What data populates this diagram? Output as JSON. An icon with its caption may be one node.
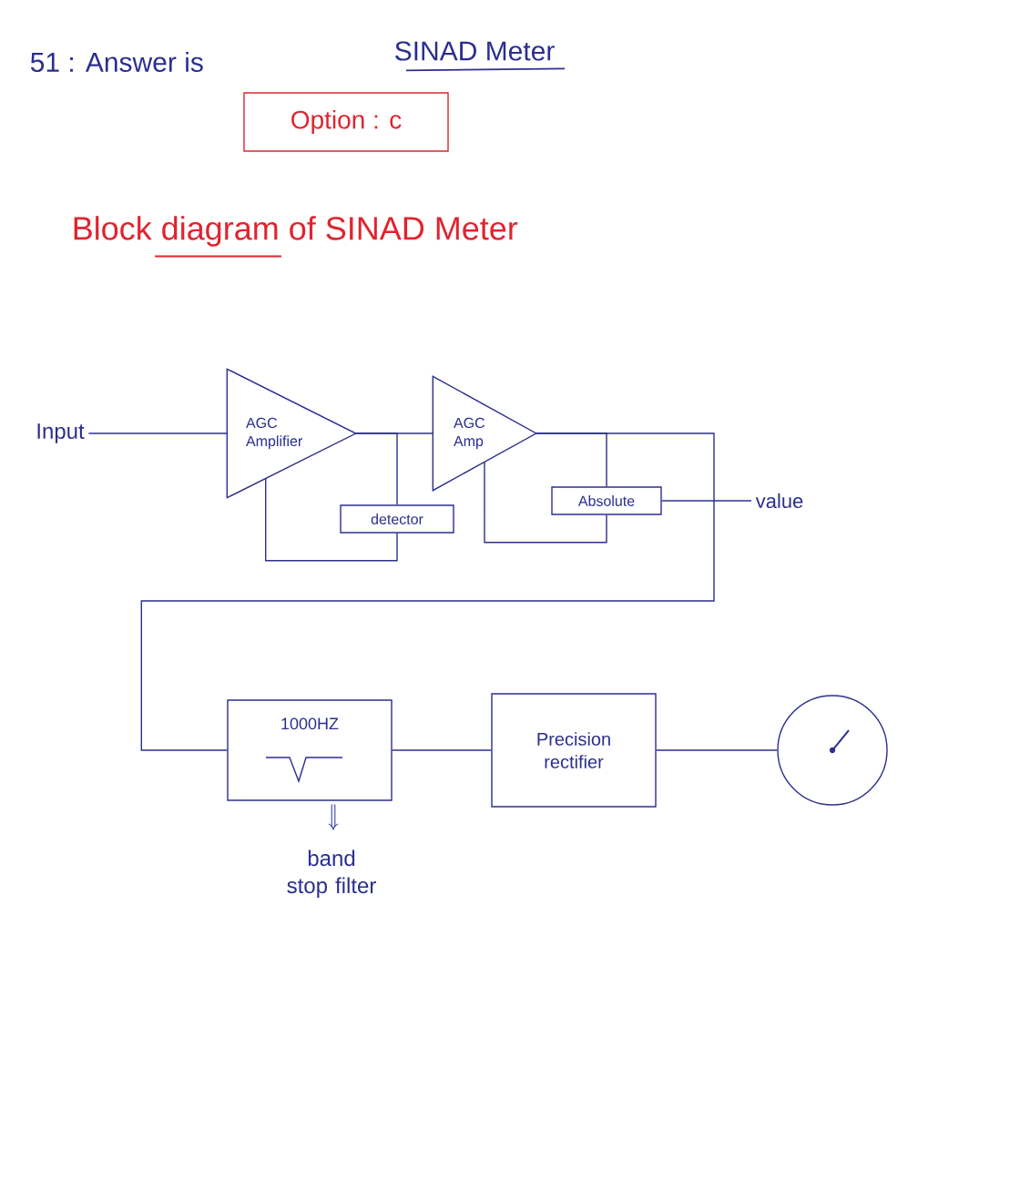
{
  "diagram": {
    "title": "Block diagram of SINAD Meter",
    "nodes": [
      {
        "text": [
          "Option : c"
        ]
      },
      {
        "text": [
          "Input"
        ]
      },
      {
        "text": [
          "AGC Amplifier"
        ]
      },
      {
        "text": [
          "AGC Amp"
        ]
      },
      {
        "text": [
          "detector"
        ]
      },
      {
        "text": [
          "Absolute"
        ]
      },
      {
        "text": [
          "value"
        ]
      },
      {
        "text": [
          "1000HZ"
        ],
        "beside": [
          "band stop filter"
        ]
      },
      {
        "text": [
          "Precision rectifier"
        ]
      },
      {
        "text": [],
        "shape": "circle"
      }
    ],
    "edges": [
      {
        "from": 1,
        "to": 2,
        "arrow": "none"
      },
      {
        "from": 2,
        "to": 3,
        "arrow": "none"
      },
      {
        "from": 2,
        "to": 4,
        "arrow": "none"
      },
      {
        "from": 4,
        "to": 2,
        "arrow": "none"
      },
      {
        "from": 3,
        "to": 5,
        "arrow": "none"
      },
      {
        "from": 5,
        "to": 3,
        "arrow": "none"
      },
      {
        "from": 5,
        "to": 6,
        "arrow": "none"
      },
      {
        "from": 3,
        "to": 7,
        "arrow": "none"
      },
      {
        "from": 7,
        "to": 8,
        "arrow": "none"
      },
      {
        "from": 8,
        "to": 9,
        "arrow": "none"
      }
    ],
    "labels": [
      "51 : Answer is",
      "SINAD Meter"
    ]
  }
}
